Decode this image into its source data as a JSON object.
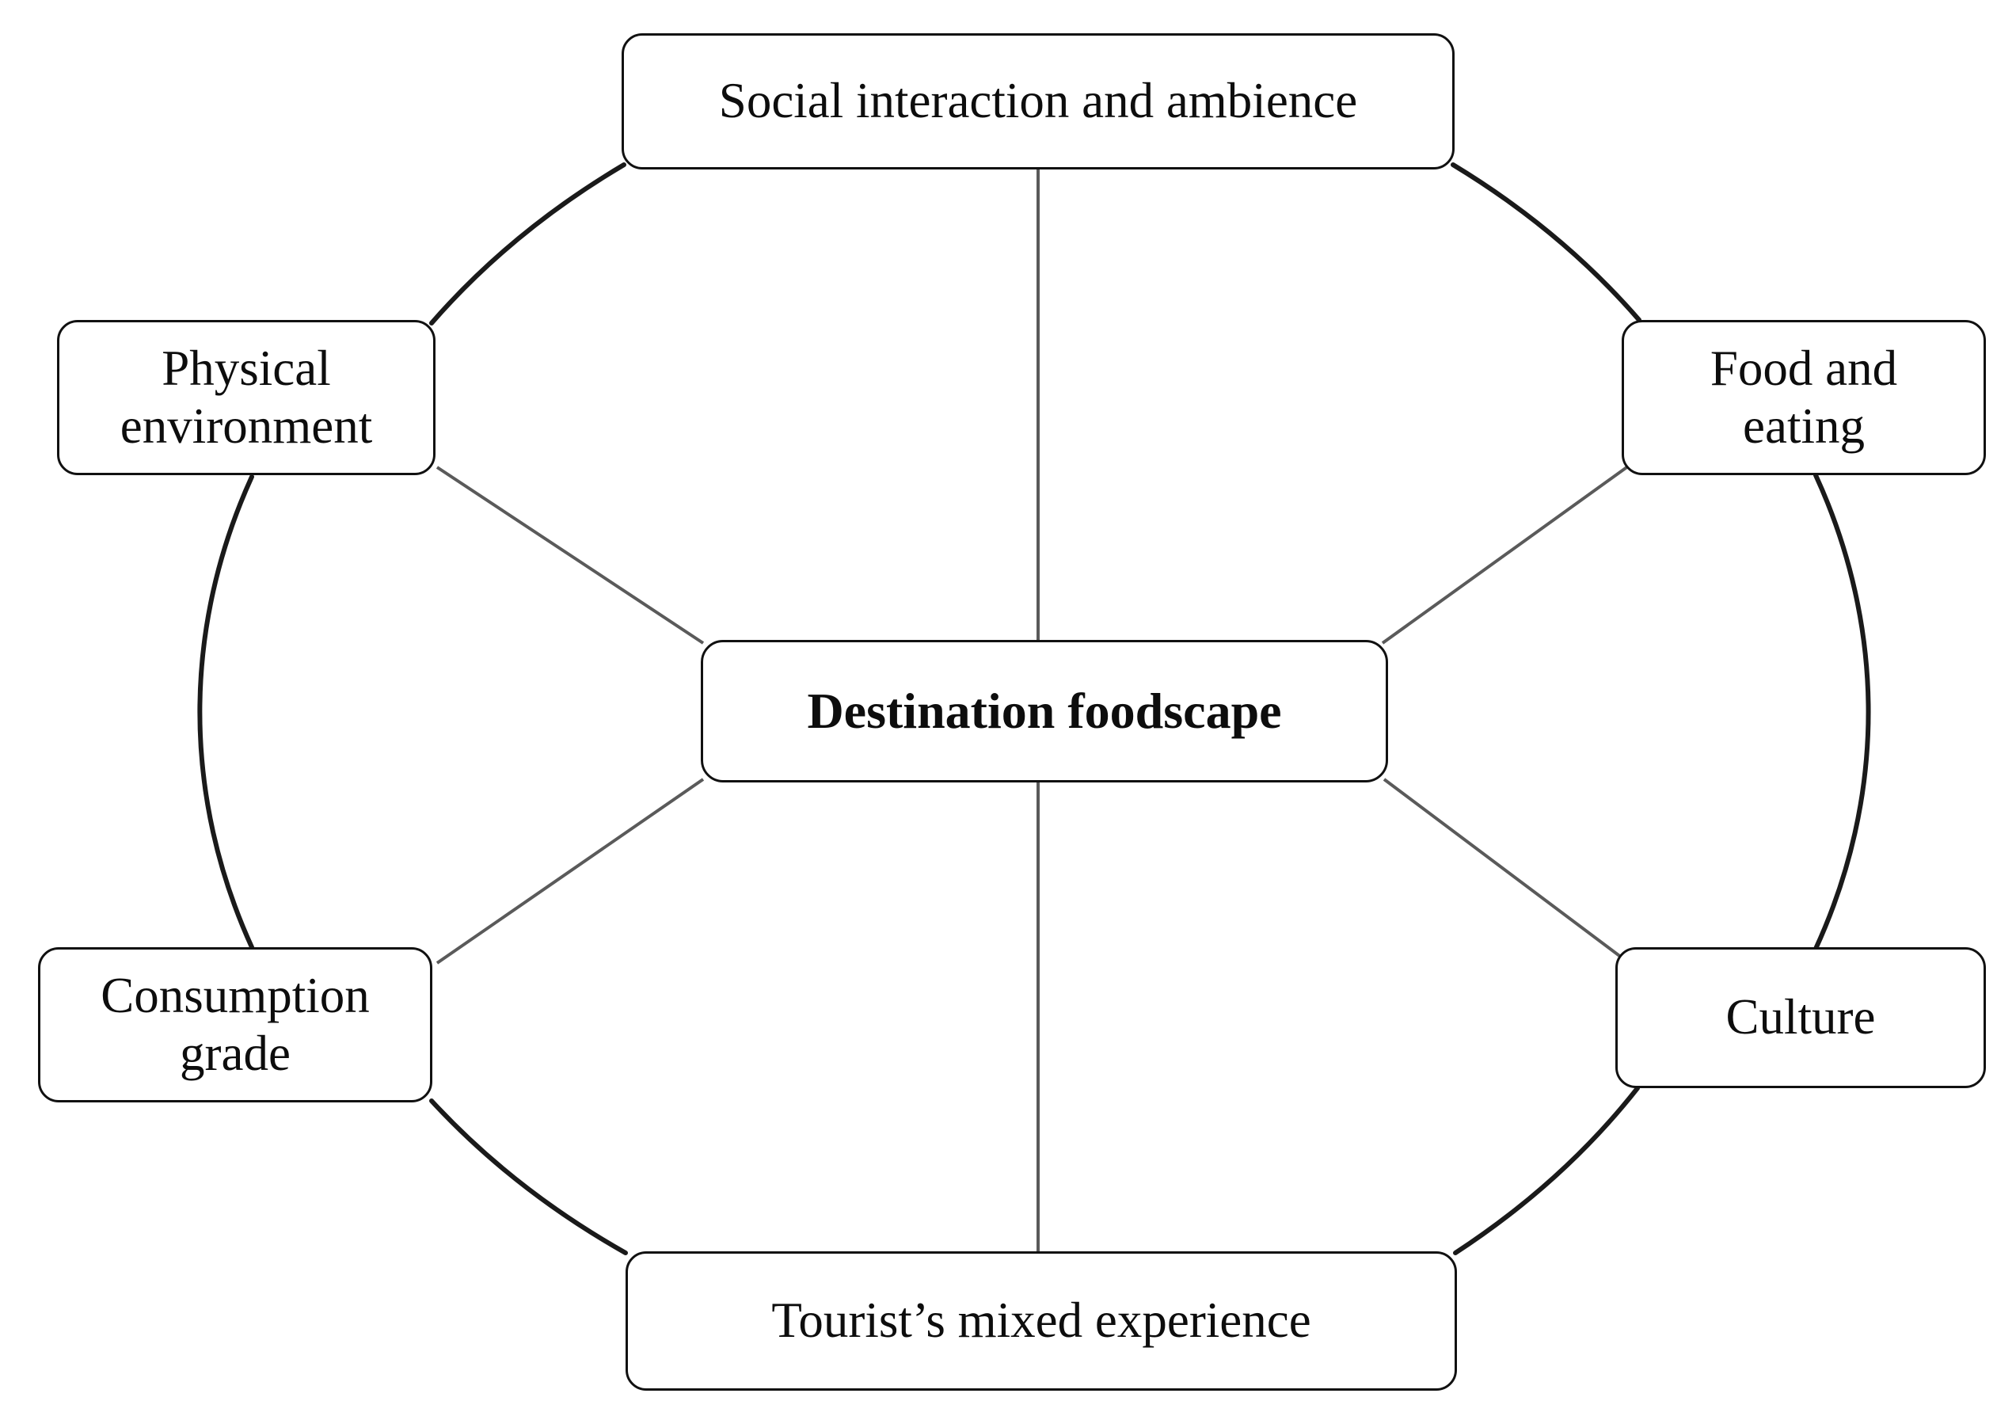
{
  "diagram": {
    "title": "Destination foodscape wheel",
    "center": {
      "id": "destination-foodscape",
      "label": "Destination foodscape"
    },
    "nodes": [
      {
        "id": "social-interaction-and-ambience",
        "label": "Social interaction and ambience",
        "position": "top"
      },
      {
        "id": "food-and-eating",
        "label": "Food and\neating",
        "position": "top-right"
      },
      {
        "id": "culture",
        "label": "Culture",
        "position": "bottom-right"
      },
      {
        "id": "tourists-mixed-experience",
        "label": "Tourist’s mixed experience",
        "position": "bottom"
      },
      {
        "id": "consumption-grade",
        "label": "Consumption\ngrade",
        "position": "bottom-left"
      },
      {
        "id": "physical-environment",
        "label": "Physical\nenvironment",
        "position": "top-left"
      }
    ],
    "connections": [
      {
        "from": "destination-foodscape",
        "to": "social-interaction-and-ambience",
        "style": "straight-vertical"
      },
      {
        "from": "destination-foodscape",
        "to": "food-and-eating",
        "style": "straight-diagonal"
      },
      {
        "from": "destination-foodscape",
        "to": "culture",
        "style": "straight-diagonal"
      },
      {
        "from": "destination-foodscape",
        "to": "tourists-mixed-experience",
        "style": "straight-vertical"
      },
      {
        "from": "destination-foodscape",
        "to": "consumption-grade",
        "style": "straight-diagonal"
      },
      {
        "from": "destination-foodscape",
        "to": "physical-environment",
        "style": "straight-diagonal"
      }
    ],
    "ring": {
      "shape": "ellipse",
      "description": "outer ring linking the six peripheral nodes"
    },
    "colors": {
      "background": "#ffffff",
      "box_fill": "#ffffff",
      "box_border": "#111111",
      "ring_stroke": "#1a1a1a",
      "spoke_stroke": "#5a5a5a",
      "text": "#0d0d0d"
    }
  }
}
